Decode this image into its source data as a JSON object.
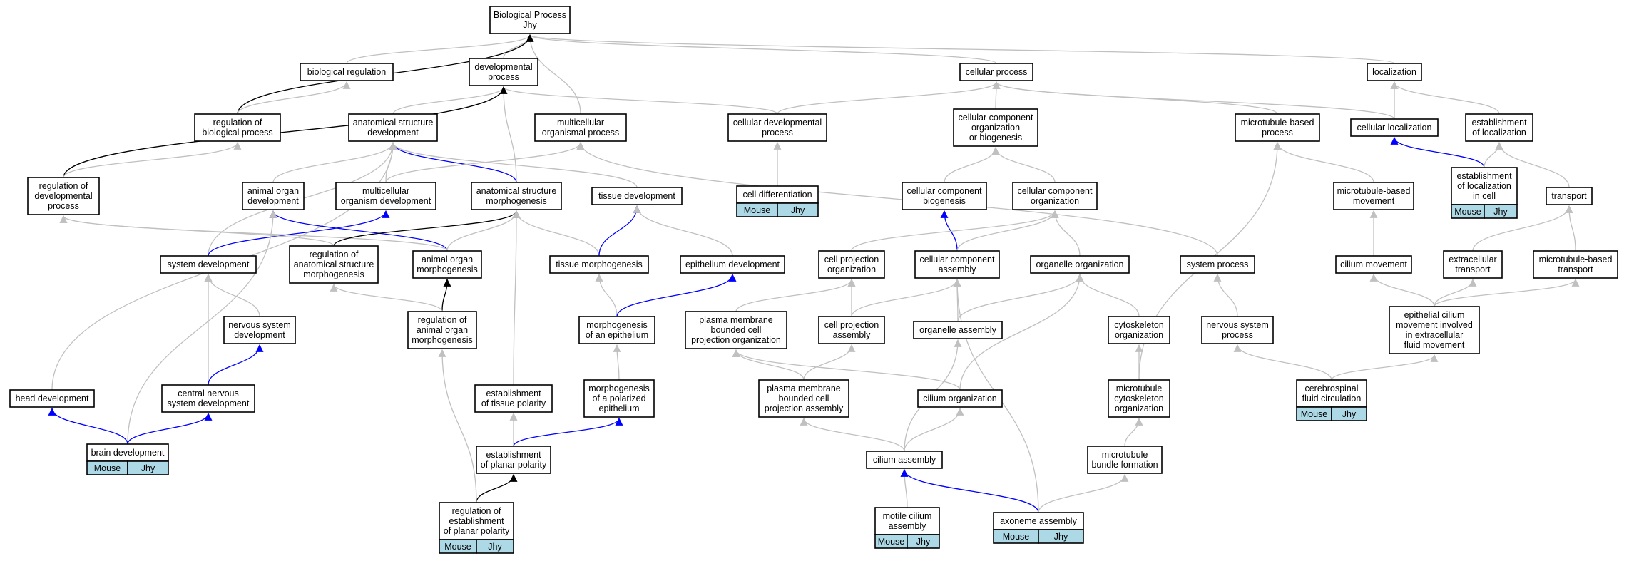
{
  "diagram": {
    "title": "Biological Process Jhy",
    "colors": {
      "is_a": "#c0c0c0",
      "part_of": "#0000ff",
      "regulates": "#000000",
      "annotation_fill": "#add8e6"
    },
    "nodes": [
      {
        "id": "bp",
        "lines": [
          "Biological Process",
          "Jhy"
        ]
      },
      {
        "id": "bioreg",
        "lines": [
          "biological regulation"
        ]
      },
      {
        "id": "devproc",
        "lines": [
          "developmental",
          "process"
        ]
      },
      {
        "id": "cellproc",
        "lines": [
          "cellular process"
        ]
      },
      {
        "id": "localization",
        "lines": [
          "localization"
        ]
      },
      {
        "id": "regbioproc",
        "lines": [
          "regulation of",
          "biological process"
        ]
      },
      {
        "id": "anatdev",
        "lines": [
          "anatomical structure",
          "development"
        ]
      },
      {
        "id": "multiproc",
        "lines": [
          "multicellular",
          "organismal process"
        ]
      },
      {
        "id": "celldevproc",
        "lines": [
          "cellular developmental",
          "process"
        ]
      },
      {
        "id": "ccorgbio",
        "lines": [
          "cellular component",
          "organization",
          "or biogenesis"
        ]
      },
      {
        "id": "mtproc",
        "lines": [
          "microtubule-based",
          "process"
        ]
      },
      {
        "id": "cellloc",
        "lines": [
          "cellular localization"
        ]
      },
      {
        "id": "estloc",
        "lines": [
          "establishment",
          "of localization"
        ]
      },
      {
        "id": "regdevproc",
        "lines": [
          "regulation of",
          "developmental",
          "process"
        ]
      },
      {
        "id": "animorgdev",
        "lines": [
          "animal organ",
          "development"
        ]
      },
      {
        "id": "multiorgdev",
        "lines": [
          "multicellular",
          "organism development"
        ]
      },
      {
        "id": "anatmorph",
        "lines": [
          "anatomical structure",
          "morphogenesis"
        ]
      },
      {
        "id": "tissuedev",
        "lines": [
          "tissue development"
        ]
      },
      {
        "id": "celldiff",
        "lines": [
          "cell differentiation"
        ],
        "annotations": [
          "Mouse",
          "Jhy"
        ]
      },
      {
        "id": "ccbio",
        "lines": [
          "cellular component",
          "biogenesis"
        ]
      },
      {
        "id": "ccorg",
        "lines": [
          "cellular component",
          "organization"
        ]
      },
      {
        "id": "mtmove",
        "lines": [
          "microtubule-based",
          "movement"
        ]
      },
      {
        "id": "estlocincell",
        "lines": [
          "establishment",
          "of localization",
          "in cell"
        ],
        "annotations": [
          "Mouse",
          "Jhy"
        ]
      },
      {
        "id": "transport",
        "lines": [
          "transport"
        ]
      },
      {
        "id": "sysdev",
        "lines": [
          "system development"
        ]
      },
      {
        "id": "reganatmorph",
        "lines": [
          "regulation of",
          "anatomical structure",
          "morphogenesis"
        ]
      },
      {
        "id": "animorgmorph",
        "lines": [
          "animal organ",
          "morphogenesis"
        ]
      },
      {
        "id": "tissuemorph",
        "lines": [
          "tissue morphogenesis"
        ]
      },
      {
        "id": "epidev",
        "lines": [
          "epithelium development"
        ]
      },
      {
        "id": "cellprojorg",
        "lines": [
          "cell projection",
          "organization"
        ]
      },
      {
        "id": "ccassembly",
        "lines": [
          "cellular component",
          "assembly"
        ]
      },
      {
        "id": "organelleorg",
        "lines": [
          "organelle organization"
        ]
      },
      {
        "id": "sysproc",
        "lines": [
          "system process"
        ]
      },
      {
        "id": "ciliummove",
        "lines": [
          "cilium movement"
        ]
      },
      {
        "id": "extracellular",
        "lines": [
          "extracellular",
          "transport"
        ]
      },
      {
        "id": "mttransport",
        "lines": [
          "microtubule-based",
          "transport"
        ]
      },
      {
        "id": "nsdev",
        "lines": [
          "nervous system",
          "development"
        ]
      },
      {
        "id": "reganimorgmorph",
        "lines": [
          "regulation of",
          "animal organ",
          "morphogenesis"
        ]
      },
      {
        "id": "morphepi",
        "lines": [
          "morphogenesis",
          "of an epithelium"
        ]
      },
      {
        "id": "pmbcpo",
        "lines": [
          "plasma membrane",
          "bounded cell",
          "projection organization"
        ]
      },
      {
        "id": "cellprojassembly",
        "lines": [
          "cell projection",
          "assembly"
        ]
      },
      {
        "id": "organelleassembly",
        "lines": [
          "organelle assembly"
        ]
      },
      {
        "id": "cytoskelorg",
        "lines": [
          "cytoskeleton",
          "organization"
        ]
      },
      {
        "id": "nsproc",
        "lines": [
          "nervous system",
          "process"
        ]
      },
      {
        "id": "epicilium",
        "lines": [
          "epithelial cilium",
          "movement involved",
          "in extracellular",
          "fluid movement"
        ]
      },
      {
        "id": "headdev",
        "lines": [
          "head development"
        ]
      },
      {
        "id": "cnsdev",
        "lines": [
          "central nervous",
          "system development"
        ]
      },
      {
        "id": "esttissuepol",
        "lines": [
          "establishment",
          "of tissue polarity"
        ]
      },
      {
        "id": "morphpolepi",
        "lines": [
          "morphogenesis",
          "of a polarized",
          "epithelium"
        ]
      },
      {
        "id": "pmbcpa",
        "lines": [
          "plasma membrane",
          "bounded cell",
          "projection assembly"
        ]
      },
      {
        "id": "ciliumorg",
        "lines": [
          "cilium organization"
        ]
      },
      {
        "id": "mtcytoorg",
        "lines": [
          "microtubule",
          "cytoskeleton",
          "organization"
        ]
      },
      {
        "id": "csfcirc",
        "lines": [
          "cerebrospinal",
          "fluid circulation"
        ],
        "annotations": [
          "Mouse",
          "Jhy"
        ]
      },
      {
        "id": "braindev",
        "lines": [
          "brain development"
        ],
        "annotations": [
          "Mouse",
          "Jhy"
        ]
      },
      {
        "id": "estplanarpol",
        "lines": [
          "establishment",
          "of planar polarity"
        ]
      },
      {
        "id": "ciliumassembly",
        "lines": [
          "cilium assembly"
        ]
      },
      {
        "id": "mtbundle",
        "lines": [
          "microtubule",
          "bundle formation"
        ]
      },
      {
        "id": "regestplanarpol",
        "lines": [
          "regulation of",
          "establishment",
          "of planar polarity"
        ],
        "annotations": [
          "Mouse",
          "Jhy"
        ]
      },
      {
        "id": "motilecilium",
        "lines": [
          "motile cilium",
          "assembly"
        ],
        "annotations": [
          "Mouse",
          "Jhy"
        ]
      },
      {
        "id": "axoneme",
        "lines": [
          "axoneme assembly"
        ],
        "annotations": [
          "Mouse",
          "Jhy"
        ]
      }
    ],
    "edges": [
      {
        "from": "bioreg",
        "to": "bp",
        "type": "is_a"
      },
      {
        "from": "devproc",
        "to": "bp",
        "type": "is_a"
      },
      {
        "from": "cellproc",
        "to": "bp",
        "type": "is_a"
      },
      {
        "from": "localization",
        "to": "bp",
        "type": "is_a"
      },
      {
        "from": "multiproc",
        "to": "bp",
        "type": "is_a"
      },
      {
        "from": "regbioproc",
        "to": "bp",
        "type": "regulates"
      },
      {
        "from": "regbioproc",
        "to": "bioreg",
        "type": "is_a"
      },
      {
        "from": "anatdev",
        "to": "devproc",
        "type": "is_a"
      },
      {
        "from": "celldevproc",
        "to": "devproc",
        "type": "is_a"
      },
      {
        "from": "anatmorph",
        "to": "devproc",
        "type": "is_a"
      },
      {
        "from": "regdevproc",
        "to": "devproc",
        "type": "regulates"
      },
      {
        "from": "regdevproc",
        "to": "regbioproc",
        "type": "is_a"
      },
      {
        "from": "celldevproc",
        "to": "cellproc",
        "type": "is_a"
      },
      {
        "from": "ccorgbio",
        "to": "cellproc",
        "type": "is_a"
      },
      {
        "from": "mtproc",
        "to": "cellproc",
        "type": "is_a"
      },
      {
        "from": "cellloc",
        "to": "cellproc",
        "type": "is_a"
      },
      {
        "from": "cellloc",
        "to": "localization",
        "type": "is_a"
      },
      {
        "from": "estloc",
        "to": "localization",
        "type": "is_a"
      },
      {
        "from": "celldiff",
        "to": "celldevproc",
        "type": "is_a"
      },
      {
        "from": "ccbio",
        "to": "ccorgbio",
        "type": "is_a"
      },
      {
        "from": "ccorg",
        "to": "ccorgbio",
        "type": "is_a"
      },
      {
        "from": "mtmove",
        "to": "mtproc",
        "type": "is_a"
      },
      {
        "from": "estlocincell",
        "to": "cellloc",
        "type": "part_of"
      },
      {
        "from": "estlocincell",
        "to": "estloc",
        "type": "is_a"
      },
      {
        "from": "transport",
        "to": "estloc",
        "type": "is_a"
      },
      {
        "from": "animorgdev",
        "to": "anatdev",
        "type": "is_a"
      },
      {
        "from": "multiorgdev",
        "to": "anatdev",
        "type": "is_a"
      },
      {
        "from": "anatmorph",
        "to": "anatdev",
        "type": "part_of"
      },
      {
        "from": "tissuedev",
        "to": "anatdev",
        "type": "is_a"
      },
      {
        "from": "sysdev",
        "to": "anatdev",
        "type": "is_a"
      },
      {
        "from": "multiorgdev",
        "to": "multiproc",
        "type": "is_a"
      },
      {
        "from": "sysproc",
        "to": "multiproc",
        "type": "is_a"
      },
      {
        "from": "headdev",
        "to": "anatdev",
        "type": "is_a"
      },
      {
        "from": "sysdev",
        "to": "multiorgdev",
        "type": "part_of"
      },
      {
        "from": "animorgmorph",
        "to": "animorgdev",
        "type": "part_of"
      },
      {
        "from": "animorgmorph",
        "to": "regdevproc",
        "type": "is_a"
      },
      {
        "from": "animorgmorph",
        "to": "anatmorph",
        "type": "is_a"
      },
      {
        "from": "reganatmorph",
        "to": "anatmorph",
        "type": "regulates"
      },
      {
        "from": "reganatmorph",
        "to": "regdevproc",
        "type": "is_a"
      },
      {
        "from": "tissuemorph",
        "to": "anatmorph",
        "type": "is_a"
      },
      {
        "from": "tissuemorph",
        "to": "tissuedev",
        "type": "part_of"
      },
      {
        "from": "epidev",
        "to": "tissuedev",
        "type": "is_a"
      },
      {
        "from": "esttissuepol",
        "to": "anatmorph",
        "type": "is_a"
      },
      {
        "from": "ccassembly",
        "to": "ccbio",
        "type": "part_of"
      },
      {
        "from": "ccassembly",
        "to": "ccorg",
        "type": "is_a"
      },
      {
        "from": "cellprojorg",
        "to": "ccorg",
        "type": "is_a"
      },
      {
        "from": "organelleorg",
        "to": "ccorg",
        "type": "is_a"
      },
      {
        "from": "ciliummove",
        "to": "mtmove",
        "type": "is_a"
      },
      {
        "from": "extracellular",
        "to": "transport",
        "type": "is_a"
      },
      {
        "from": "mttransport",
        "to": "transport",
        "type": "is_a"
      },
      {
        "from": "nsdev",
        "to": "sysdev",
        "type": "is_a"
      },
      {
        "from": "cnsdev",
        "to": "sysdev",
        "type": "is_a"
      },
      {
        "from": "braindev",
        "to": "animorgdev",
        "type": "is_a"
      },
      {
        "from": "reganimorgmorph",
        "to": "animorgmorph",
        "type": "regulates"
      },
      {
        "from": "reganimorgmorph",
        "to": "reganatmorph",
        "type": "is_a"
      },
      {
        "from": "morphepi",
        "to": "tissuemorph",
        "type": "is_a"
      },
      {
        "from": "morphepi",
        "to": "epidev",
        "type": "part_of"
      },
      {
        "from": "pmbcpo",
        "to": "cellprojorg",
        "type": "is_a"
      },
      {
        "from": "cellprojassembly",
        "to": "cellprojorg",
        "type": "is_a"
      },
      {
        "from": "cellprojassembly",
        "to": "ccassembly",
        "type": "is_a"
      },
      {
        "from": "organelleassembly",
        "to": "ccassembly",
        "type": "is_a"
      },
      {
        "from": "organelleassembly",
        "to": "organelleorg",
        "type": "is_a"
      },
      {
        "from": "cytoskelorg",
        "to": "organelleorg",
        "type": "is_a"
      },
      {
        "from": "ciliumorg",
        "to": "organelleorg",
        "type": "is_a"
      },
      {
        "from": "axoneme",
        "to": "ccassembly",
        "type": "is_a"
      },
      {
        "from": "nsproc",
        "to": "sysproc",
        "type": "is_a"
      },
      {
        "from": "epicilium",
        "to": "ciliummove",
        "type": "is_a"
      },
      {
        "from": "epicilium",
        "to": "extracellular",
        "type": "is_a"
      },
      {
        "from": "epicilium",
        "to": "mttransport",
        "type": "is_a"
      },
      {
        "from": "cnsdev",
        "to": "nsdev",
        "type": "part_of"
      },
      {
        "from": "morphpolepi",
        "to": "morphepi",
        "type": "is_a"
      },
      {
        "from": "pmbcpa",
        "to": "pmbcpo",
        "type": "is_a"
      },
      {
        "from": "pmbcpa",
        "to": "cellprojassembly",
        "type": "is_a"
      },
      {
        "from": "ciliumorg",
        "to": "pmbcpo",
        "type": "is_a"
      },
      {
        "from": "mtcytoorg",
        "to": "cytoskelorg",
        "type": "is_a"
      },
      {
        "from": "mtcytoorg",
        "to": "mtproc",
        "type": "is_a"
      },
      {
        "from": "csfcirc",
        "to": "nsproc",
        "type": "is_a"
      },
      {
        "from": "csfcirc",
        "to": "epicilium",
        "type": "is_a"
      },
      {
        "from": "headdev",
        "to": "anatdev",
        "type": "is_a"
      },
      {
        "from": "braindev",
        "to": "headdev",
        "type": "part_of"
      },
      {
        "from": "braindev",
        "to": "cnsdev",
        "type": "part_of"
      },
      {
        "from": "estplanarpol",
        "to": "esttissuepol",
        "type": "is_a"
      },
      {
        "from": "estplanarpol",
        "to": "morphpolepi",
        "type": "part_of"
      },
      {
        "from": "ciliumassembly",
        "to": "pmbcpa",
        "type": "is_a"
      },
      {
        "from": "ciliumassembly",
        "to": "ciliumorg",
        "type": "is_a"
      },
      {
        "from": "ciliumassembly",
        "to": "organelleassembly",
        "type": "is_a"
      },
      {
        "from": "mtbundle",
        "to": "mtcytoorg",
        "type": "is_a"
      },
      {
        "from": "regestplanarpol",
        "to": "estplanarpol",
        "type": "regulates"
      },
      {
        "from": "regestplanarpol",
        "to": "reganimorgmorph",
        "type": "is_a"
      },
      {
        "from": "motilecilium",
        "to": "ciliumassembly",
        "type": "is_a"
      },
      {
        "from": "axoneme",
        "to": "ciliumassembly",
        "type": "part_of"
      },
      {
        "from": "axoneme",
        "to": "mtbundle",
        "type": "is_a"
      }
    ]
  }
}
